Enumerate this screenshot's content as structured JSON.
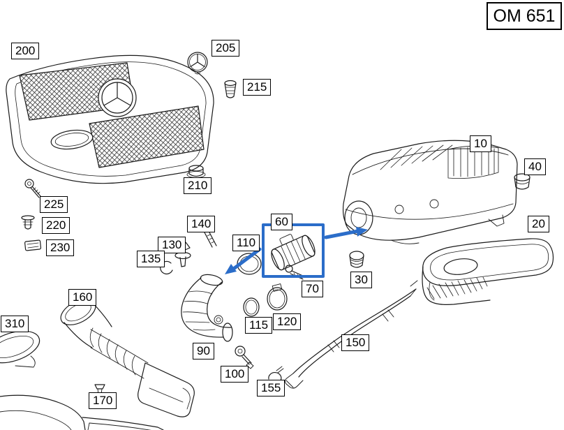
{
  "engine_code": "OM 651",
  "highlight": {
    "color": "#2b6dc9",
    "highlighted_part": "60"
  },
  "parts": [
    {
      "label": "200"
    },
    {
      "label": "205"
    },
    {
      "label": "215"
    },
    {
      "label": "210"
    },
    {
      "label": "225"
    },
    {
      "label": "220"
    },
    {
      "label": "230"
    },
    {
      "label": "140"
    },
    {
      "label": "130"
    },
    {
      "label": "135"
    },
    {
      "label": "110"
    },
    {
      "label": "60"
    },
    {
      "label": "70"
    },
    {
      "label": "10"
    },
    {
      "label": "40"
    },
    {
      "label": "20"
    },
    {
      "label": "30"
    },
    {
      "label": "160"
    },
    {
      "label": "310"
    },
    {
      "label": "90"
    },
    {
      "label": "115"
    },
    {
      "label": "120"
    },
    {
      "label": "100"
    },
    {
      "label": "155"
    },
    {
      "label": "150"
    },
    {
      "label": "170"
    }
  ]
}
